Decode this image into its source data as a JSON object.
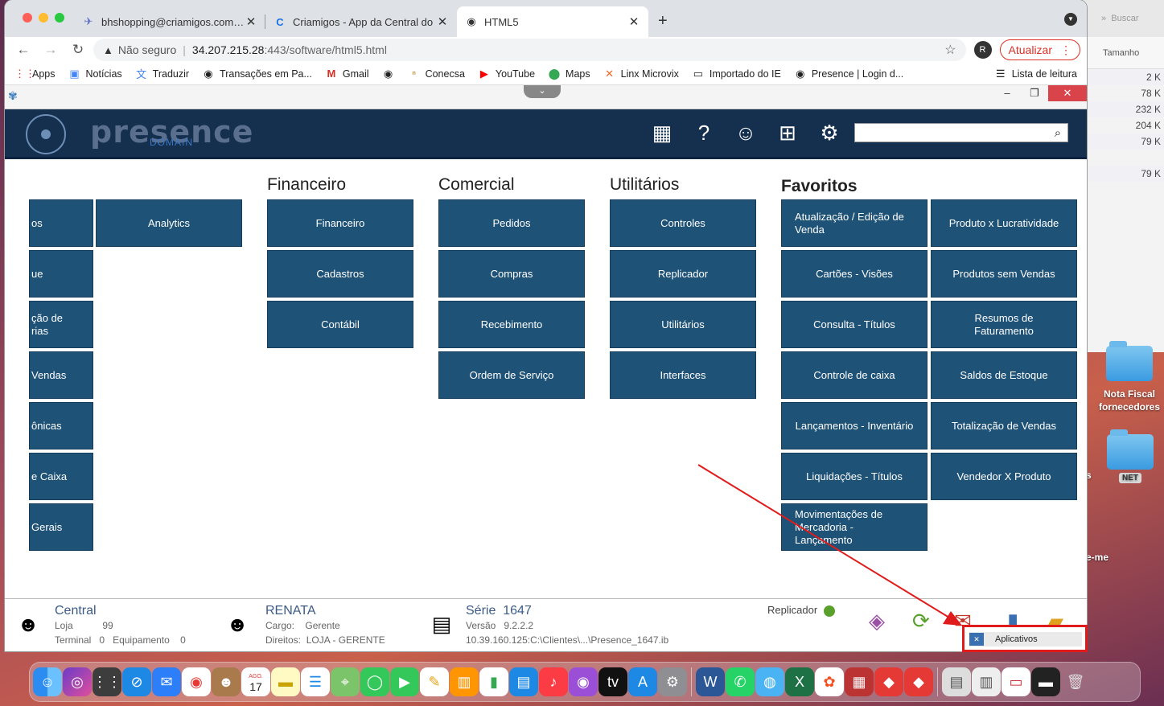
{
  "browser": {
    "tabs": [
      {
        "label": "bhshopping@criamigos.com.br",
        "icon": "mail-send-icon"
      },
      {
        "label": "Criamigos - App da Central do",
        "icon": "c-logo-icon"
      },
      {
        "label": "HTML5",
        "icon": "globe-icon"
      }
    ],
    "close_glyph": "✕",
    "new_tab_glyph": "+",
    "address": {
      "security": "Não seguro",
      "host": "34.207.215.28",
      "rest": ":443/software/html5.html"
    },
    "avatar": "R",
    "update_label": "Atualizar",
    "bookmarks": [
      {
        "label": "Apps",
        "icon": "apps-grid-icon"
      },
      {
        "label": "Notícias",
        "icon": "news-icon"
      },
      {
        "label": "Traduzir",
        "icon": "translate-icon"
      },
      {
        "label": "Transações em Pa...",
        "icon": "globe-icon"
      },
      {
        "label": "Gmail",
        "icon": "gmail-icon"
      },
      {
        "label": "",
        "icon": "globe-icon"
      },
      {
        "label": "Conecsa",
        "icon": "conecsa-icon"
      },
      {
        "label": "YouTube",
        "icon": "youtube-icon"
      },
      {
        "label": "Maps",
        "icon": "maps-pin-icon"
      },
      {
        "label": "Linx Microvix",
        "icon": "linx-icon"
      },
      {
        "label": "Importado do IE",
        "icon": "folder-icon"
      },
      {
        "label": "Presence | Login d...",
        "icon": "globe-icon"
      }
    ],
    "reading_list": "Lista de leitura"
  },
  "app": {
    "brand": "presence",
    "brand_sub": "DOMAIN",
    "columns": {
      "financeiro": "Financeiro",
      "comercial": "Comercial",
      "utilitarios": "Utilitários",
      "favoritos": "Favoritos"
    },
    "left_cut_tiles": [
      "os",
      "ue",
      "ção de\nrias",
      "Vendas",
      "ônicas",
      "e Caixa",
      "Gerais"
    ],
    "analytics": "Analytics",
    "financeiro_tiles": [
      "Financeiro",
      "Cadastros",
      "Contábil"
    ],
    "comercial_tiles": [
      "Pedidos",
      "Compras",
      "Recebimento",
      "Ordem de Serviço"
    ],
    "utilitarios_tiles": [
      "Controles",
      "Replicador",
      "Utilitários",
      "Interfaces"
    ],
    "favoritos_a": [
      "Atualização / Edição de Venda",
      "Cartões - Visões",
      "Consulta - Títulos",
      "Controle de caixa",
      "Lançamentos - Inventário",
      "Liquidações - Títulos",
      "Movimentações de Mercadoria - Lançamento"
    ],
    "favoritos_b": [
      "Produto x Lucratividade",
      "Produtos sem Vendas",
      "Resumos de Faturamento",
      "Saldos de Estoque",
      "Totalização de Vendas",
      "Vendedor X Produto"
    ]
  },
  "status": {
    "central": "Central",
    "loja_label": "Loja",
    "loja_value": "99",
    "terminal_label": "Terminal",
    "terminal_value": "0",
    "equip_label": "Equipamento",
    "equip_value": "0",
    "user": "RENATA",
    "cargo_label": "Cargo:",
    "cargo_value": "Gerente",
    "direitos_label": "Direitos:",
    "direitos_value": "LOJA - GERENTE",
    "serie_label": "Série",
    "serie_value": "1647",
    "versao_label": "Versão",
    "versao_value": "9.2.2.2",
    "path": "10.39.160.125:C:\\Clientes\\...\\Presence_1647.ib",
    "replicador": "Replicador",
    "aplicativos": "Aplicativos"
  },
  "desktop": {
    "finder_search": "Buscar",
    "finder_col": "Tamanho",
    "sizes": [
      "2 K",
      "78 K",
      "232 K",
      "204 K",
      "79 K",
      "",
      "79 K"
    ],
    "icons": [
      {
        "label": "Nota Fiscal fornecedores"
      },
      {
        "label": "NET"
      }
    ],
    "fragment1": "s",
    "fragment2": "e-me"
  },
  "dock": {
    "calendar_month": "AGO.",
    "calendar_day": "17"
  },
  "colors": {
    "tile": "#1f5277",
    "header": "#152f4f",
    "highlight": "#e01b1b"
  }
}
